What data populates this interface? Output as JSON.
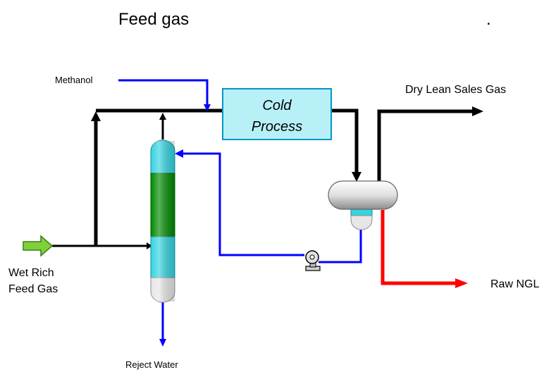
{
  "caption": {
    "title": "Feed gas",
    "trailing_mark": "."
  },
  "diagram": {
    "labels": {
      "methanol": "Methanol",
      "cold_process_line1": "Cold",
      "cold_process_line2": "Process",
      "dry_lean_sales_gas": "Dry Lean Sales Gas",
      "wet_rich_line1": "Wet Rich",
      "wet_rich_line2": "Feed Gas",
      "raw_ngl": "Raw NGL",
      "reject_water": "Reject Water"
    },
    "colors": {
      "gas_line": "#000000",
      "methanol_line": "#0000ff",
      "ngl_line": "#ff0000",
      "feed_arrow": "#7fd13a",
      "cold_box_fill": "#b8f0f8",
      "cold_box_stroke": "#0096c8",
      "column_top": "#33d4e0",
      "column_middle": "#008a00",
      "column_bottom_cap": "#e6e6e6"
    }
  }
}
